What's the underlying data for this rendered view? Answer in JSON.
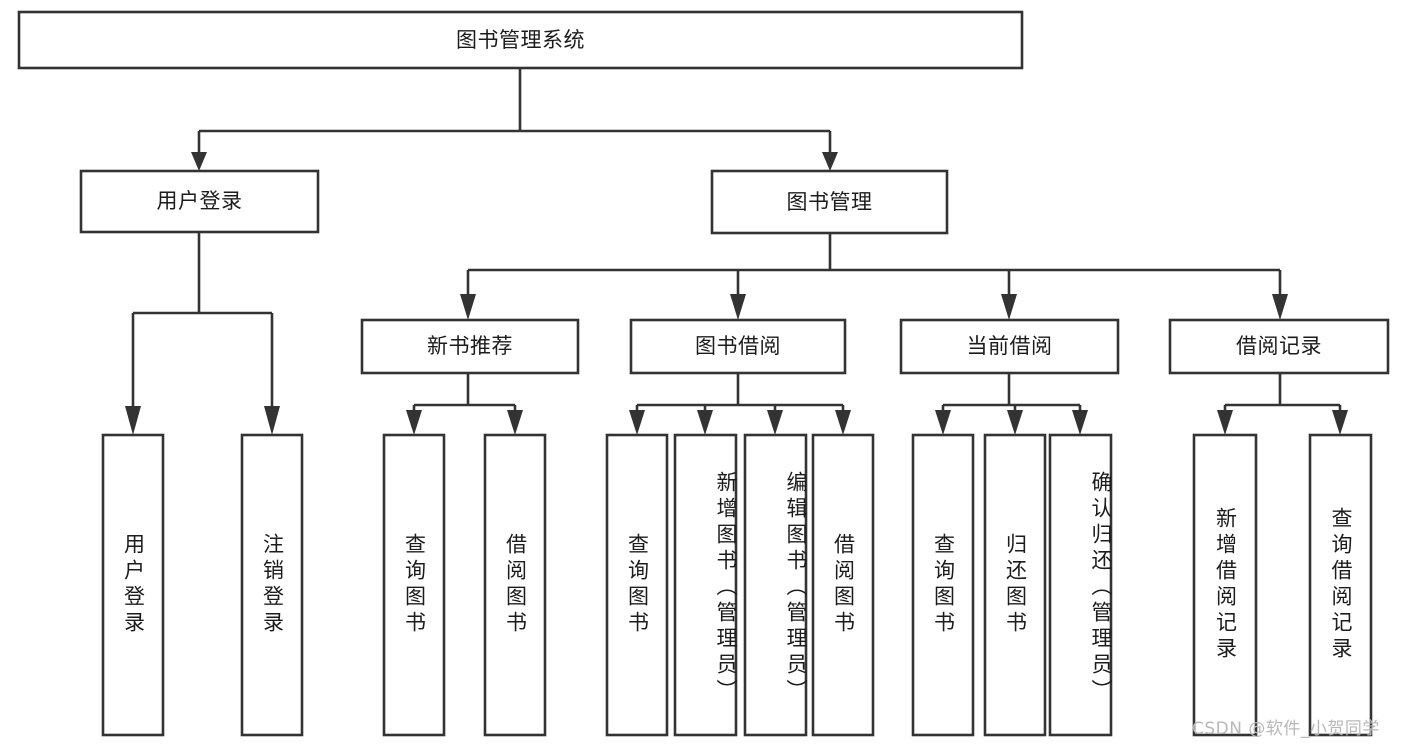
{
  "diagram": {
    "title": "图书管理系统",
    "type": "tree-hierarchy-flowchart",
    "colors": {
      "stroke": "#333333",
      "node_fill": "#ffffff",
      "background": "#ffffff",
      "text": "#1c1c1c",
      "watermark": "#b8b8b8"
    },
    "levels": {
      "level1": [
        {
          "id": "root",
          "label": "图书管理系统",
          "orientation": "horizontal"
        }
      ],
      "level2": [
        {
          "id": "user-login",
          "label": "用户登录",
          "orientation": "horizontal"
        },
        {
          "id": "book-manage",
          "label": "图书管理",
          "orientation": "horizontal"
        }
      ],
      "level3": [
        {
          "id": "new-book-rec",
          "label": "新书推荐",
          "orientation": "horizontal"
        },
        {
          "id": "book-borrow",
          "label": "图书借阅",
          "orientation": "horizontal"
        },
        {
          "id": "current-borrow",
          "label": "当前借阅",
          "orientation": "horizontal"
        },
        {
          "id": "borrow-record",
          "label": "借阅记录",
          "orientation": "horizontal"
        }
      ],
      "level4": [
        {
          "id": "leaf-user-login",
          "label": "用户登录",
          "orientation": "vertical",
          "parent": "user-login"
        },
        {
          "id": "leaf-logout",
          "label": "注销登录",
          "orientation": "vertical",
          "parent": "user-login"
        },
        {
          "id": "leaf-query-book-1",
          "label": "查询图书",
          "orientation": "vertical",
          "parent": "new-book-rec"
        },
        {
          "id": "leaf-borrow-book-1",
          "label": "借阅图书",
          "orientation": "vertical",
          "parent": "new-book-rec"
        },
        {
          "id": "leaf-query-book-2",
          "label": "查询图书",
          "orientation": "vertical",
          "parent": "book-borrow"
        },
        {
          "id": "leaf-add-book",
          "label": "新增图书（管理员）",
          "orientation": "vertical",
          "parent": "book-borrow"
        },
        {
          "id": "leaf-edit-book",
          "label": "编辑图书（管理员）",
          "orientation": "vertical",
          "parent": "book-borrow"
        },
        {
          "id": "leaf-borrow-book-2",
          "label": "借阅图书",
          "orientation": "vertical",
          "parent": "book-borrow"
        },
        {
          "id": "leaf-query-book-3",
          "label": "查询图书",
          "orientation": "vertical",
          "parent": "current-borrow"
        },
        {
          "id": "leaf-return-book",
          "label": "归还图书",
          "orientation": "vertical",
          "parent": "current-borrow"
        },
        {
          "id": "leaf-confirm-return",
          "label": "确认归还（管理员）",
          "orientation": "vertical",
          "parent": "current-borrow"
        },
        {
          "id": "leaf-add-record",
          "label": "新增借阅记录",
          "orientation": "vertical",
          "parent": "borrow-record"
        },
        {
          "id": "leaf-query-record",
          "label": "查询借阅记录",
          "orientation": "vertical",
          "parent": "borrow-record"
        }
      ]
    }
  },
  "watermark": {
    "text": "CSDN @软件_小贺同学"
  }
}
